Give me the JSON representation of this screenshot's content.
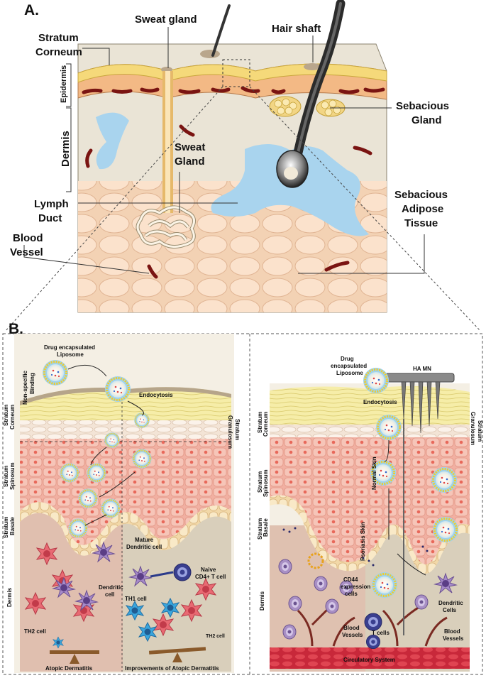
{
  "panel_a": {
    "letter": "A.",
    "labels": {
      "sweat_gland_top": "Sweat gland",
      "hair_shaft": "Hair shaft",
      "stratum_corneum_1": "Stratum",
      "stratum_corneum_2": "Corneum",
      "epidermis": "Epidermis",
      "dermis": "Dermis",
      "sebaceous_gland_1": "Sebacious",
      "sebaceous_gland_2": "Gland",
      "sweat_gland_mid_1": "Sweat",
      "sweat_gland_mid_2": "Gland",
      "lymph_duct_1": "Lymph",
      "lymph_duct_2": "Duct",
      "blood_vessel_1": "Blood",
      "blood_vessel_2": "Vessel",
      "adipose_1": "Sebacious",
      "adipose_2": "Adipose",
      "adipose_3": "Tissue"
    }
  },
  "panel_b": {
    "letter": "B.",
    "left": {
      "liposome_1": "Drug encapsulated",
      "liposome_2": "Liposome",
      "nonspecific_1": "Non-specific",
      "nonspecific_2": "Binding",
      "endocytosis": "Endocytosis",
      "stratum_corneum_1": "Stratum",
      "stratum_corneum_2": "Corneum",
      "stratum_granulosum_1": "Stratum",
      "stratum_granulosum_2": "Granulosum",
      "stratum_spinosum_1": "Stratum",
      "stratum_spinosum_2": "Spinosum",
      "stratum_basale_1": "Stratum",
      "stratum_basale_2": "Basale",
      "dermis": "Dermis",
      "mature_dc_1": "Mature",
      "mature_dc_2": "Dendritic cell",
      "dendritic_1": "Dendritic",
      "dendritic_2": "cell",
      "naive_1": "Naive",
      "naive_2": "CD4+ T cell",
      "th1": "TH1 cell",
      "th2": "TH2 cell",
      "th2_small": "TH2 cell",
      "atopic": "Atopic Dermatitis",
      "improvements": "Improvements of Atopic Dermatitis"
    },
    "right": {
      "liposome_1": "Drug",
      "liposome_2": "encapsulated",
      "liposome_3": "Liposome",
      "ha_mn": "HA MN",
      "endocytosis": "Endocytosis",
      "stratum_corneum_1": "Stratum",
      "stratum_corneum_2": "Corneum",
      "stratum_granulosum_1": "Stratum",
      "stratum_granulosum_2": "Granulosum",
      "stratum_spinosum_1": "Stratum",
      "stratum_spinosum_2": "Spinosum",
      "stratum_basale_1": "Stratum",
      "stratum_basale_2": "Basale",
      "dermis": "Dermis",
      "normal_skin": "Normal Skin",
      "psoriasis_skin": "Psoriasis Skin",
      "cd44_1": "CD44",
      "cd44_2": "expression",
      "cd44_3": "cells",
      "dendritic_1": "Dendritic",
      "dendritic_2": "Cells",
      "t_cells": "T cells",
      "blood_vessels_1_1": "Blood",
      "blood_vessels_1_2": "Vessels",
      "blood_vessels_2_1": "Blood",
      "blood_vessels_2_2": "Vessels",
      "circulatory": "Circulatory System"
    }
  },
  "colors": {
    "skin_back": "#e9e3d5",
    "epidermis_yellow": "#f5d97a",
    "epidermis_orange": "#f3b985",
    "lymph_blue": "#a9d4ee",
    "vessel_red": "#7a1412",
    "fat": "#f8d8bd",
    "spinosum": "#f0a99b",
    "dermis_b": "#d8cfbd",
    "circulatory": "#c8283a"
  }
}
